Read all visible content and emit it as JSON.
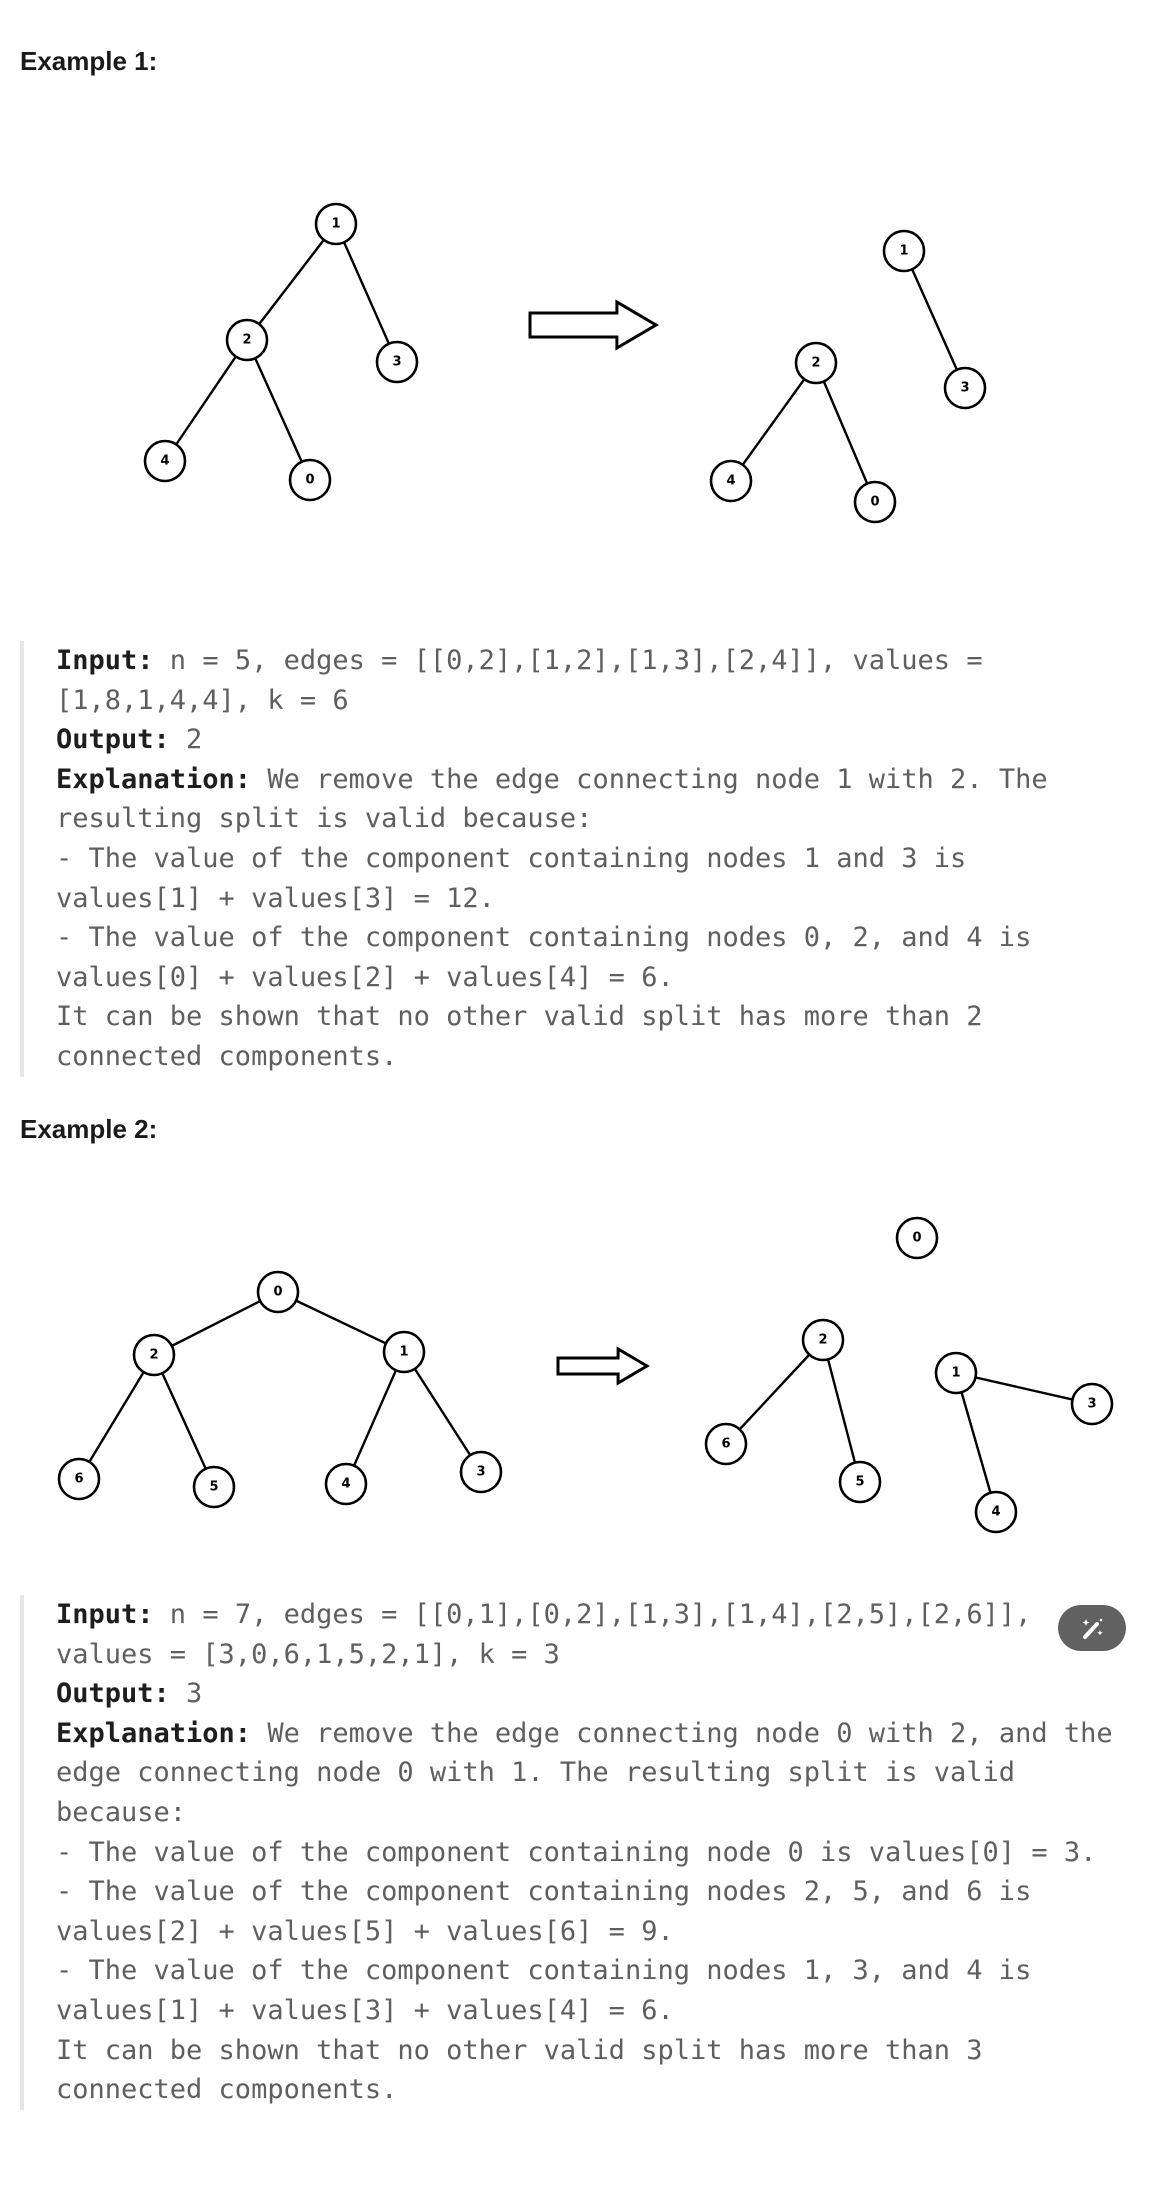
{
  "examples": [
    {
      "heading": "Example 1:",
      "graph_before": {
        "nodes": [
          "1",
          "2",
          "3",
          "4",
          "0"
        ],
        "edges": [
          [
            "1",
            "2"
          ],
          [
            "1",
            "3"
          ],
          [
            "2",
            "4"
          ],
          [
            "2",
            "0"
          ]
        ]
      },
      "graph_after": {
        "nodes": [
          "1",
          "3",
          "2",
          "4",
          "0"
        ],
        "edges": [
          [
            "1",
            "3"
          ],
          [
            "2",
            "4"
          ],
          [
            "2",
            "0"
          ]
        ]
      },
      "lines": [
        [
          "Input:",
          " n = 5, edges = [[0,2],[1,2],[1,3],[2,4]], values ="
        ],
        [
          "",
          "[1,8,1,4,4], k = 6"
        ],
        [
          "Output:",
          " 2"
        ],
        [
          "Explanation:",
          " We remove the edge connecting node 1 with 2. The"
        ],
        [
          "",
          "resulting split is valid because:"
        ],
        [
          "",
          "- The value of the component containing nodes 1 and 3 is"
        ],
        [
          "",
          "values[1] + values[3] = 12."
        ],
        [
          "",
          "- The value of the component containing nodes 0, 2, and 4 is"
        ],
        [
          "",
          "values[0] + values[2] + values[4] = 6."
        ],
        [
          "",
          "It can be shown that no other valid split has more than 2"
        ],
        [
          "",
          "connected components."
        ]
      ]
    },
    {
      "heading": "Example 2:",
      "graph_before": {
        "nodes": [
          "0",
          "2",
          "1",
          "6",
          "5",
          "4",
          "3"
        ],
        "edges": [
          [
            "0",
            "2"
          ],
          [
            "0",
            "1"
          ],
          [
            "2",
            "6"
          ],
          [
            "2",
            "5"
          ],
          [
            "1",
            "4"
          ],
          [
            "1",
            "3"
          ]
        ]
      },
      "graph_after": {
        "nodes": [
          "0",
          "2",
          "6",
          "5",
          "1",
          "3",
          "4"
        ],
        "edges": [
          [
            "2",
            "6"
          ],
          [
            "2",
            "5"
          ],
          [
            "1",
            "3"
          ],
          [
            "1",
            "4"
          ]
        ]
      },
      "lines": [
        [
          "Input:",
          " n = 7, edges = [[0,1],[0,2],[1,3],[1,4],[2,5],[2,6]],"
        ],
        [
          "",
          "values = [3,0,6,1,5,2,1], k = 3"
        ],
        [
          "Output:",
          " 3"
        ],
        [
          "Explanation:",
          " We remove the edge connecting node 0 with 2, and the"
        ],
        [
          "",
          "edge connecting node 0 with 1. The resulting split is valid"
        ],
        [
          "",
          "because:"
        ],
        [
          "",
          "- The value of the component containing node 0 is values[0] = 3."
        ],
        [
          "",
          "- The value of the component containing nodes 2, 5, and 6 is"
        ],
        [
          "",
          "values[2] + values[5] + values[6] = 9."
        ],
        [
          "",
          "- The value of the component containing nodes 1, 3, and 4 is"
        ],
        [
          "",
          "values[1] + values[3] + values[4] = 6."
        ],
        [
          "",
          "It can be shown that no other valid split has more than 3"
        ],
        [
          "",
          "connected components."
        ]
      ]
    }
  ],
  "wand_button": {
    "icon": "magic-wand-icon"
  }
}
